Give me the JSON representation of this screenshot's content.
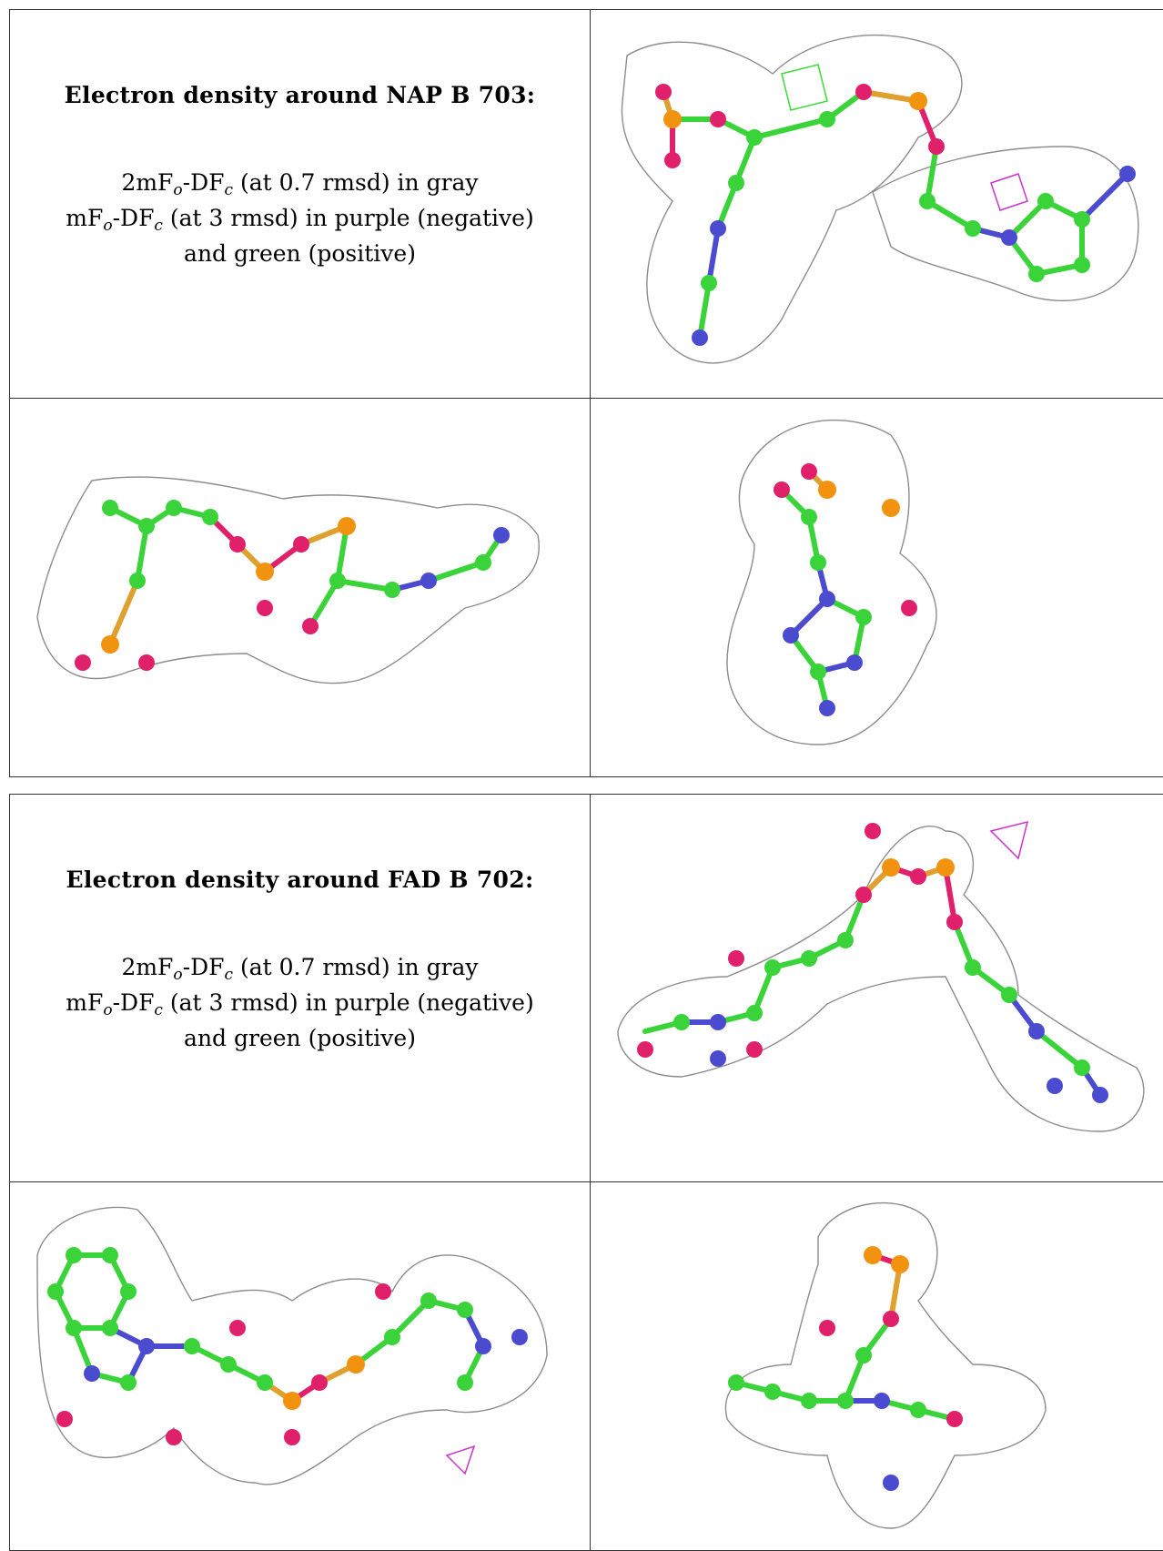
{
  "colors": {
    "carbon": "#3ad43a",
    "oxygen": "#e0206a",
    "nitrogen": "#4b4bd0",
    "phosphorus": "#f2930f",
    "mesh": "#9a9a9a",
    "negative_density": "#cc33cc",
    "positive_density": "#33dd33"
  },
  "sections": [
    {
      "title": "Electron density around NAP B 703:",
      "lines": [
        {
          "pre": "2mF",
          "sub1": "o",
          "mid": "-DF",
          "sub2": "c",
          "post": " (at 0.7 rmsd) in gray"
        },
        {
          "pre": "mF",
          "sub1": "o",
          "mid": "-DF",
          "sub2": "c",
          "post": " (at 3 rmsd) in purple (negative)"
        },
        {
          "text": "and green (positive)"
        }
      ]
    },
    {
      "title": "Electron density around FAD B 702:",
      "lines": [
        {
          "pre": "2mF",
          "sub1": "o",
          "mid": "-DF",
          "sub2": "c",
          "post": " (at 0.7 rmsd) in gray"
        },
        {
          "pre": "mF",
          "sub1": "o",
          "mid": "-DF",
          "sub2": "c",
          "post": " (at 3 rmsd) in purple (negative)"
        },
        {
          "text": "and green (positive)"
        }
      ]
    }
  ]
}
